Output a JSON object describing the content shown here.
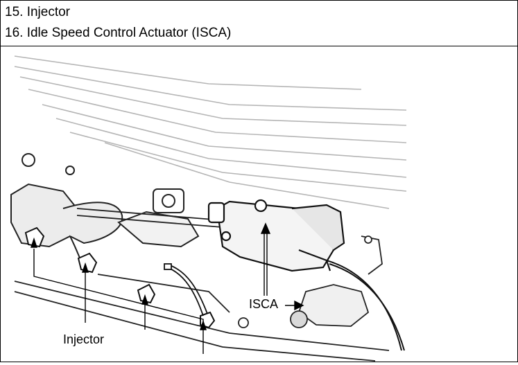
{
  "legend": {
    "items": [
      {
        "text": "15. Injector"
      },
      {
        "text": "16. Idle Speed Control Actuator (ISCA)"
      }
    ]
  },
  "figure": {
    "callouts": {
      "isca": "ISCA",
      "injector": "Injector"
    },
    "ink_color": "#000000",
    "shade_color": "#d6d6d6"
  }
}
